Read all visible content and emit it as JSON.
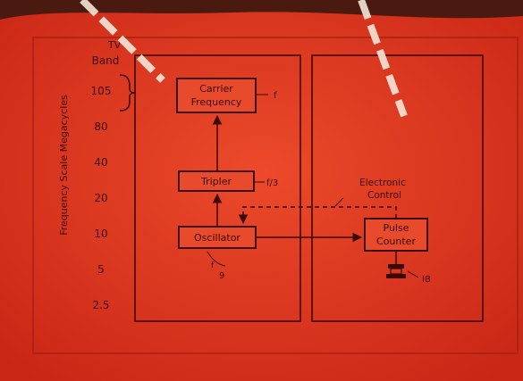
{
  "scale": {
    "title": "Frequency Scale Megacycles",
    "tv_mark": "TV",
    "band_label": "Band",
    "ticks": [
      "105",
      "80",
      "40",
      "20",
      "10",
      "5",
      "2.5"
    ]
  },
  "blocks": {
    "carrier": {
      "line1": "Carrier",
      "line2": "Frequency",
      "tag": "f"
    },
    "tripler": {
      "label": "Tripler",
      "tag": "f/3"
    },
    "oscillator": {
      "label": "Oscillator",
      "tag_top": "f",
      "tag_bottom": "9"
    },
    "pulse_counter": {
      "line1": "Pulse",
      "line2": "Counter",
      "tag": "IB"
    }
  },
  "electronic_control": {
    "line1": "Electronic",
    "line2": "Control"
  },
  "colors": {
    "background": "#e2331f",
    "ink": "#3a0a05",
    "box_fill": "#e84a2c"
  }
}
